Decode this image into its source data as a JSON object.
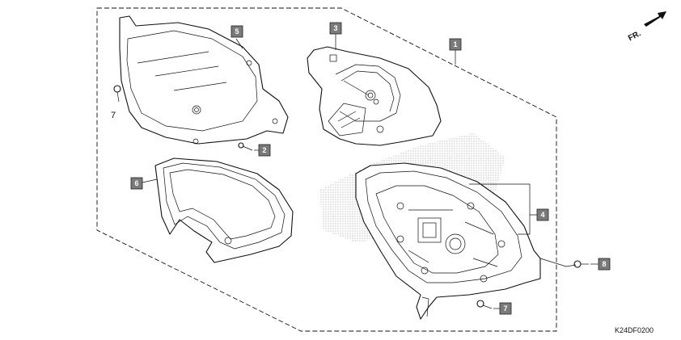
{
  "diagram": {
    "direction_label": "FR.",
    "figure_code": "K24DF0200",
    "callouts": [
      {
        "id": "1",
        "label": "1"
      },
      {
        "id": "2",
        "label": "2"
      },
      {
        "id": "3",
        "label": "3"
      },
      {
        "id": "4",
        "label": "4"
      },
      {
        "id": "5",
        "label": "5"
      },
      {
        "id": "6",
        "label": "6"
      },
      {
        "id": "7a",
        "label": "7"
      },
      {
        "id": "7b",
        "label": "7"
      },
      {
        "id": "8",
        "label": "8"
      }
    ]
  }
}
